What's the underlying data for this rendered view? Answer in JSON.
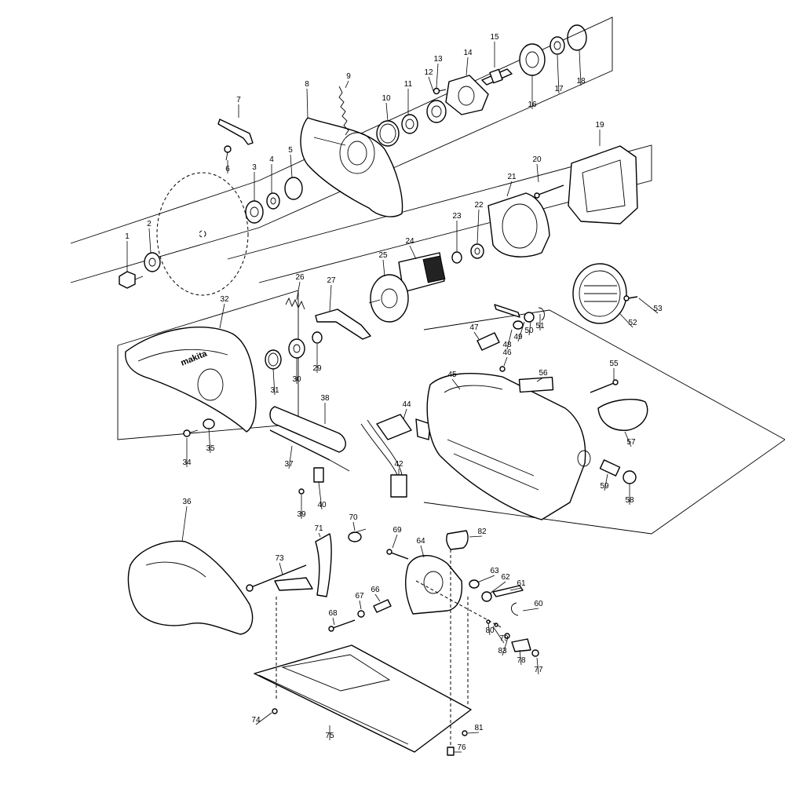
{
  "brand_text": "makita",
  "parts": [
    {
      "n": "1"
    },
    {
      "n": "2"
    },
    {
      "n": "3"
    },
    {
      "n": "4"
    },
    {
      "n": "5"
    },
    {
      "n": "6"
    },
    {
      "n": "7"
    },
    {
      "n": "8"
    },
    {
      "n": "9"
    },
    {
      "n": "10"
    },
    {
      "n": "11"
    },
    {
      "n": "12"
    },
    {
      "n": "13"
    },
    {
      "n": "14"
    },
    {
      "n": "15"
    },
    {
      "n": "16"
    },
    {
      "n": "17"
    },
    {
      "n": "18"
    },
    {
      "n": "19"
    },
    {
      "n": "20"
    },
    {
      "n": "21"
    },
    {
      "n": "22"
    },
    {
      "n": "23"
    },
    {
      "n": "24"
    },
    {
      "n": "25"
    },
    {
      "n": "26"
    },
    {
      "n": "27"
    },
    {
      "n": "29"
    },
    {
      "n": "30"
    },
    {
      "n": "31"
    },
    {
      "n": "32"
    },
    {
      "n": "34"
    },
    {
      "n": "35"
    },
    {
      "n": "36"
    },
    {
      "n": "37"
    },
    {
      "n": "38"
    },
    {
      "n": "39"
    },
    {
      "n": "40"
    },
    {
      "n": "42"
    },
    {
      "n": "44"
    },
    {
      "n": "45"
    },
    {
      "n": "46"
    },
    {
      "n": "47"
    },
    {
      "n": "48"
    },
    {
      "n": "49"
    },
    {
      "n": "50"
    },
    {
      "n": "51"
    },
    {
      "n": "52"
    },
    {
      "n": "53"
    },
    {
      "n": "55"
    },
    {
      "n": "56"
    },
    {
      "n": "57"
    },
    {
      "n": "58"
    },
    {
      "n": "59"
    },
    {
      "n": "60"
    },
    {
      "n": "61"
    },
    {
      "n": "62"
    },
    {
      "n": "63"
    },
    {
      "n": "64"
    },
    {
      "n": "66"
    },
    {
      "n": "67"
    },
    {
      "n": "68"
    },
    {
      "n": "69"
    },
    {
      "n": "70"
    },
    {
      "n": "71"
    },
    {
      "n": "73"
    },
    {
      "n": "74"
    },
    {
      "n": "75"
    },
    {
      "n": "76"
    },
    {
      "n": "77"
    },
    {
      "n": "78"
    },
    {
      "n": "79"
    },
    {
      "n": "80"
    },
    {
      "n": "81"
    },
    {
      "n": "82"
    },
    {
      "n": "83"
    }
  ]
}
